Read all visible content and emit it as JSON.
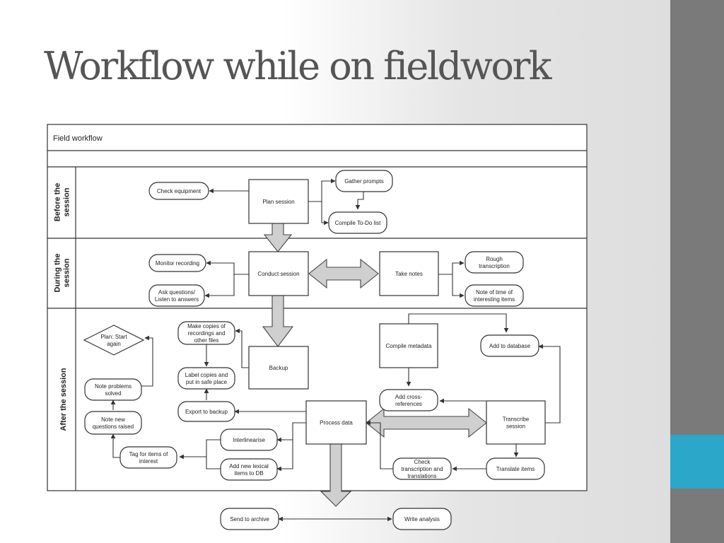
{
  "slide": {
    "title": "Workflow while on fieldwork"
  },
  "diagram": {
    "header": "Field workflow",
    "lanes": {
      "before": [
        "Before the",
        "session"
      ],
      "during": [
        "During the",
        "session"
      ],
      "after": [
        "After the session"
      ]
    },
    "nodes": {
      "check_equipment": [
        "Check equipment"
      ],
      "plan_session": [
        "Plan session"
      ],
      "gather_prompts": [
        "Gather prompts"
      ],
      "compile_todo": [
        "Compile To-Do list"
      ],
      "monitor_recording": [
        "Monitor recording"
      ],
      "ask_questions": [
        "Ask questions/",
        "Listen to answers"
      ],
      "conduct_session": [
        "Conduct session"
      ],
      "take_notes": [
        "Take notes"
      ],
      "rough_transcription": [
        "Rough",
        "transcription"
      ],
      "note_time": [
        "Note of time of",
        "interesting items"
      ],
      "plan_start_again": [
        "Plan: Start",
        "again"
      ],
      "make_copies": [
        "Make copies of",
        "recordings and",
        "other files"
      ],
      "backup": [
        "Backup"
      ],
      "compile_metadata": [
        "Compile metadata"
      ],
      "add_database": [
        "Add to database"
      ],
      "note_problems": [
        "Note problems",
        "solved"
      ],
      "label_copies": [
        "Label copies and",
        "put in safe place"
      ],
      "add_cross_refs": [
        "Add cross-",
        "references"
      ],
      "note_new_questions": [
        "Note new",
        "questions raised"
      ],
      "export_backup": [
        "Export to backup"
      ],
      "process_data": [
        "Process data"
      ],
      "transcribe_session": [
        "Transcribe",
        "session"
      ],
      "interlinearise": [
        "Interlinearise"
      ],
      "tag_items": [
        "Tag for items of",
        "interest"
      ],
      "add_lexical": [
        "Add new lexical",
        "items to DB"
      ],
      "check_transcription": [
        "Check",
        "transcription and",
        "translations"
      ],
      "translate_items": [
        "Translate items"
      ],
      "send_archive": [
        "Send to archive"
      ],
      "write_analysis": [
        "Write analysis"
      ]
    }
  },
  "theme": {
    "sidebar": "#7a7a7a",
    "accent": "#2aa7c9",
    "title_color": "#555555"
  }
}
